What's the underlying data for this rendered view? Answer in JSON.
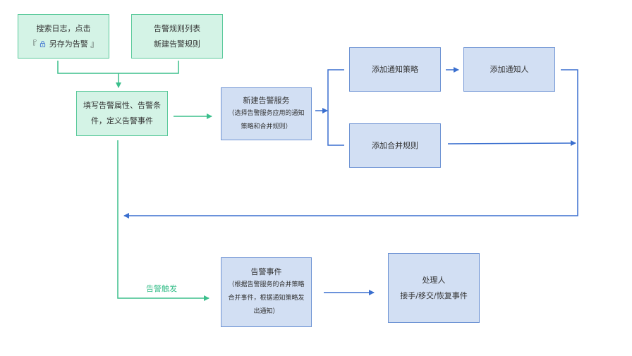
{
  "nodes": {
    "search_log": {
      "line1": "搜索日志，点击",
      "quote_open": "『",
      "action": "另存为告警",
      "quote_close": "』",
      "icon": "lock-icon"
    },
    "rule_list": {
      "line1": "告警规则列表",
      "line2": "新建告警规则"
    },
    "fill_attributes": {
      "line1": "填写告警属性、告警条",
      "line2": "件，定义告警事件"
    },
    "create_service": {
      "title": "新建告警服务",
      "sub1": "（选择告警服务应用的通知",
      "sub2": "策略和合并规则）"
    },
    "add_notify_policy": {
      "label": "添加通知策略"
    },
    "add_notify_person": {
      "label": "添加通知人"
    },
    "add_merge_rule": {
      "label": "添加合并规则"
    },
    "alert_event": {
      "title": "告警事件",
      "sub1": "（根据告警服务的合并策略",
      "sub2": "合并事件，根据通知策略发",
      "sub3": "出通知）"
    },
    "handler": {
      "line1": "处理人",
      "line2": "接手/移交/恢复事件"
    }
  },
  "edges": {
    "trigger_label": "告警触发"
  },
  "colors": {
    "green_fill": "#d4f3e6",
    "green_line": "#3bbf8c",
    "blue_fill": "#d2dff3",
    "blue_line": "#3a6fcf"
  }
}
